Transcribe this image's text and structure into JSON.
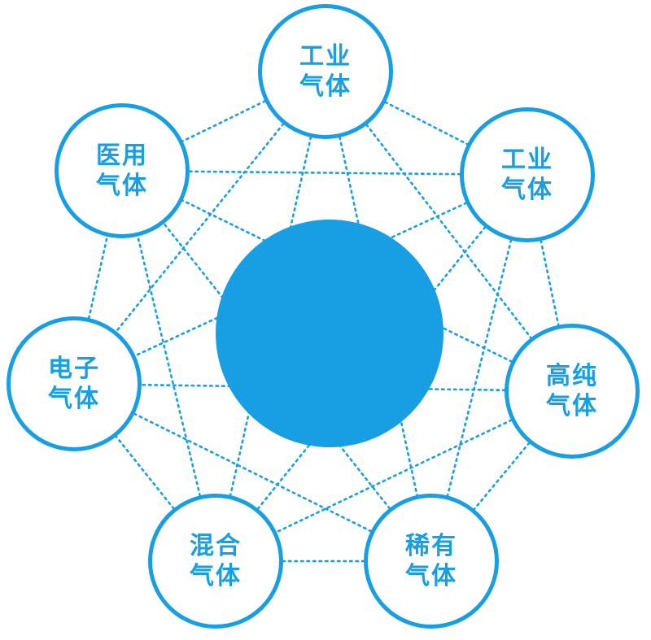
{
  "diagram": {
    "title_semantic": "gas-types-network-diagram",
    "accent_color": "#189FE3",
    "background_color": "#FFFFFF",
    "line_style": "dotted",
    "center_node": {
      "id": "center-circle",
      "label": ""
    },
    "nodes": [
      {
        "id": "industrial-gas-top",
        "line1": "工业",
        "line2": "气体"
      },
      {
        "id": "industrial-gas-right",
        "line1": "工业",
        "line2": "气体"
      },
      {
        "id": "high-purity-gas",
        "line1": "高纯",
        "line2": "气体"
      },
      {
        "id": "rare-gas",
        "line1": "稀有",
        "line2": "气体"
      },
      {
        "id": "mixed-gas",
        "line1": "混合",
        "line2": "气体"
      },
      {
        "id": "electronic-gas",
        "line1": "电子",
        "line2": "气体"
      },
      {
        "id": "medical-gas",
        "line1": "医用",
        "line2": "气体"
      }
    ]
  }
}
